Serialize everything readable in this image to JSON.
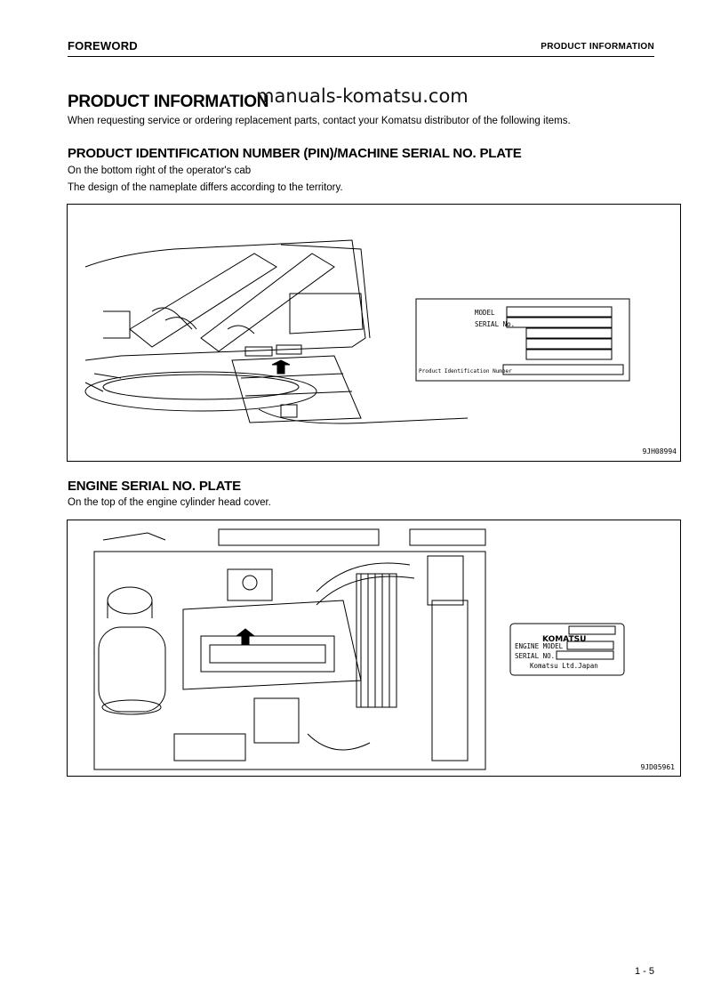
{
  "header": {
    "section": "FOREWORD",
    "topic": "PRODUCT INFORMATION"
  },
  "watermark": "manuals-komatsu.com",
  "main": {
    "title": "PRODUCT INFORMATION",
    "intro": "When requesting service or ordering replacement parts, contact your Komatsu distributor of the following items."
  },
  "pin_section": {
    "heading": "PRODUCT IDENTIFICATION NUMBER (PIN)/MACHINE SERIAL NO. PLATE",
    "line1": "On the bottom right of the operator's cab",
    "line2": "The design of the nameplate differs according to the territory.",
    "plate": {
      "model": "MODEL",
      "serial": "SERIAL No.",
      "pin": "Product Identification Number"
    },
    "figure_code": "9JH08994"
  },
  "engine_section": {
    "heading": "ENGINE SERIAL NO. PLATE",
    "line1": "On the top of the engine cylinder head cover.",
    "plate": {
      "brand": "KOMATSU",
      "engine_model": "ENGINE MODEL",
      "serial": "SERIAL NO.",
      "maker": "Komatsu Ltd.Japan"
    },
    "figure_code": "9JD05961"
  },
  "footer": {
    "page": "1 - 5"
  }
}
